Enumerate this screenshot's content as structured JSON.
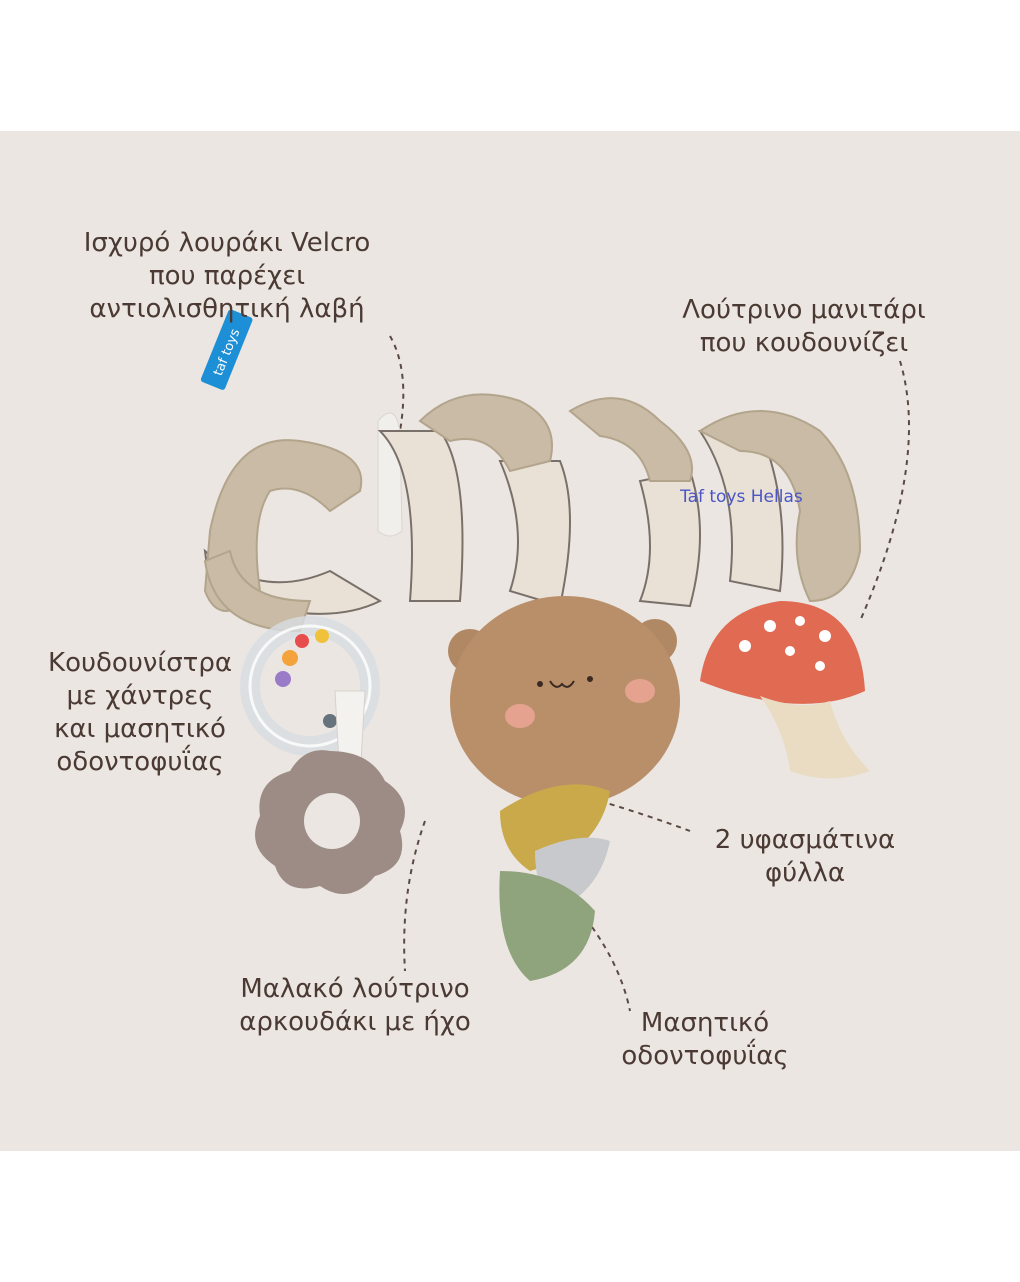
{
  "brand_tag": "taf toys",
  "watermark": "Taf toys Hellas",
  "callouts": {
    "velcro": [
      "Ισχυρό λουράκι Velcro",
      "που παρέχει",
      "αντιολισθητική λαβή"
    ],
    "mushroom": [
      "Λούτρινο μανιτάρι",
      "που κουδουνίζει"
    ],
    "rattle": [
      "Κουδουνίστρα",
      "με χάντρες",
      "και μασητικό",
      "οδοντοφυΐας"
    ],
    "leaves": [
      "2 υφασμάτινα",
      "φύλλα"
    ],
    "bear": [
      "Μαλακό λούτρινο",
      "αρκουδάκι με ήχο"
    ],
    "teether": [
      "Μασητικό",
      "οδοντοφυΐας"
    ]
  },
  "colors": {
    "background": "#ebe6e2",
    "text": "#4b3a33",
    "plush": "#c8b9a2",
    "stripe": "#6f6660",
    "mushroom_cap": "#e06a52",
    "tag_blue": "#1c8fd6"
  }
}
